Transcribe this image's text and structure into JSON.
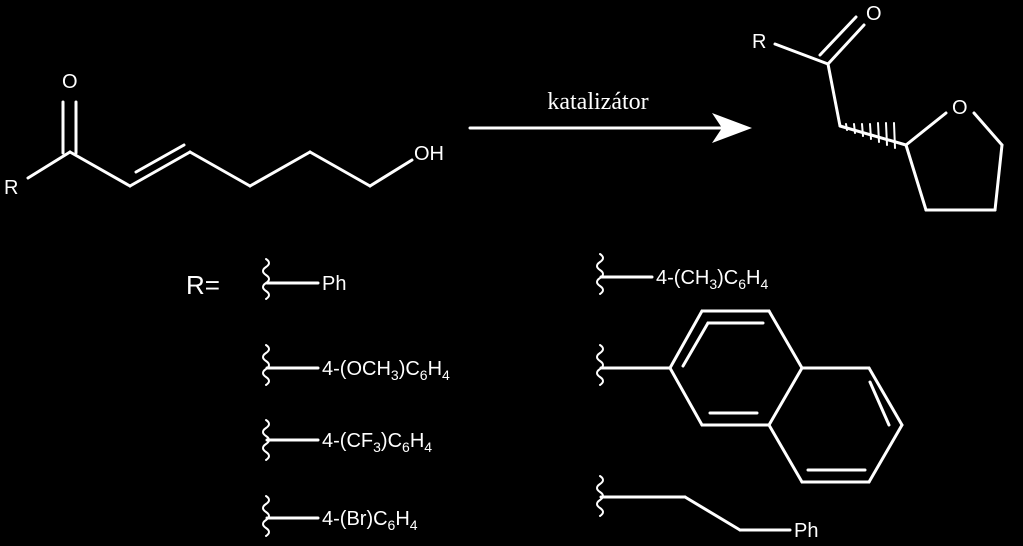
{
  "reactant": {
    "r_label": "R",
    "o_label": "O",
    "oh_label": "OH"
  },
  "arrow": {
    "label": "katalizátor"
  },
  "product": {
    "r_label": "R",
    "o_label": "O",
    "ring_o_label": "O"
  },
  "substituents": {
    "prefix": "R=",
    "items": [
      {
        "main": "Ph"
      },
      {
        "pre": "4-(OCH",
        "s1": "3",
        "mid": ")C",
        "s2": "6",
        "post": "H",
        "s3": "4"
      },
      {
        "pre": "4-(CF",
        "s1": "3",
        "mid": ")C",
        "s2": "6",
        "post": "H",
        "s3": "4"
      },
      {
        "pre": "4-(Br)C",
        "s1": "6",
        "mid": "H",
        "s2": "4"
      },
      {
        "pre": "4-(CH",
        "s1": "3",
        "mid": ")C",
        "s2": "6",
        "post": "H",
        "s3": "4"
      },
      {
        "name": "2-naphthyl"
      },
      {
        "end": "Ph"
      }
    ]
  },
  "colors": {
    "background": "#000000",
    "ink": "#ffffff"
  }
}
